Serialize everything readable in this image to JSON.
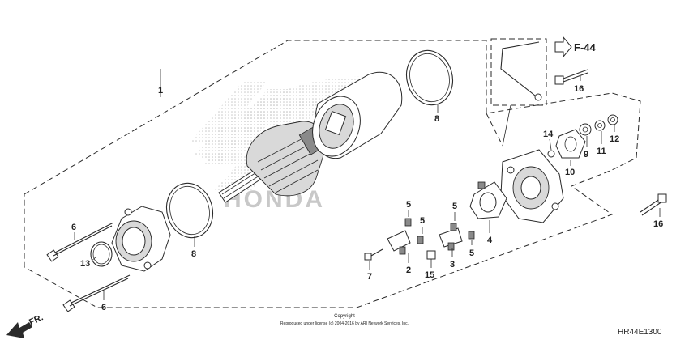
{
  "reference": "F-44",
  "diagram_code": "HR44E1300",
  "direction_label": "FR.",
  "copyright_line1": "Copyright",
  "copyright_line2": "Reproduced under license (c) 2004-2016 by ARI Network Services, Inc.",
  "watermark_text": "HONDA",
  "callouts": [
    {
      "id": "c1",
      "text": "1"
    },
    {
      "id": "c2",
      "text": "2"
    },
    {
      "id": "c3",
      "text": "3"
    },
    {
      "id": "c4",
      "text": "4"
    },
    {
      "id": "c5a",
      "text": "5"
    },
    {
      "id": "c5b",
      "text": "5"
    },
    {
      "id": "c5c",
      "text": "5"
    },
    {
      "id": "c5d",
      "text": "5"
    },
    {
      "id": "c6a",
      "text": "6"
    },
    {
      "id": "c6b",
      "text": "6"
    },
    {
      "id": "c7",
      "text": "7"
    },
    {
      "id": "c8a",
      "text": "8"
    },
    {
      "id": "c8b",
      "text": "8"
    },
    {
      "id": "c9",
      "text": "9"
    },
    {
      "id": "c10",
      "text": "10"
    },
    {
      "id": "c11",
      "text": "11"
    },
    {
      "id": "c12",
      "text": "12"
    },
    {
      "id": "c13",
      "text": "13"
    },
    {
      "id": "c14",
      "text": "14"
    },
    {
      "id": "c15",
      "text": "15"
    },
    {
      "id": "c16a",
      "text": "16"
    },
    {
      "id": "c16b",
      "text": "16"
    }
  ],
  "colors": {
    "line": "#2a2a2a",
    "watermark": "#c8c8c8",
    "background": "#ffffff"
  }
}
